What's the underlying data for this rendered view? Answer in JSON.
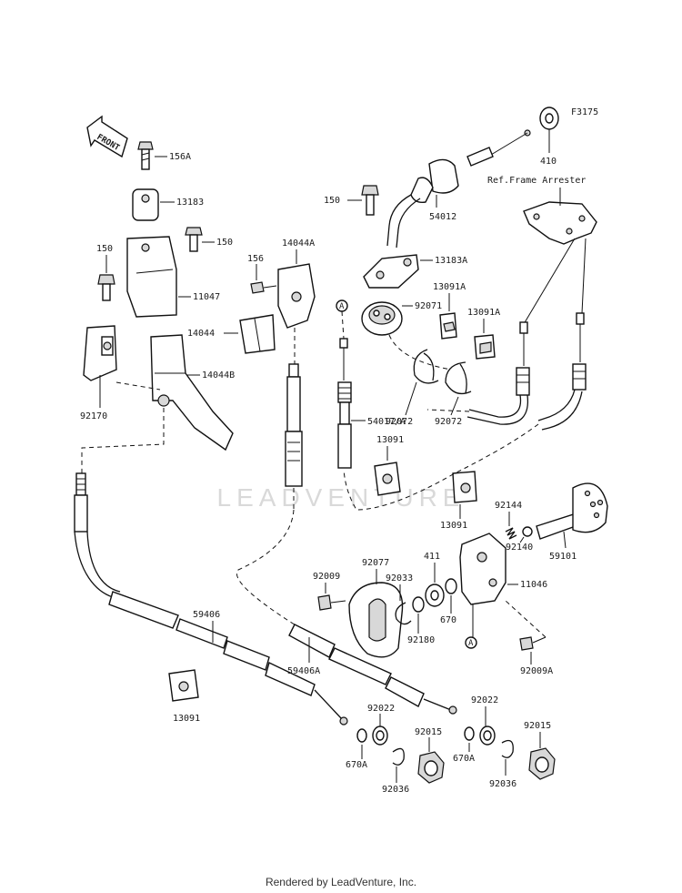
{
  "figure_code": "F3175",
  "front_label": "FRONT",
  "ref_label": "Ref.Frame Arrester",
  "circle_marker": "A",
  "watermark": "LEADVENTURE",
  "footer": "Rendered by LeadVenture, Inc.",
  "parts": {
    "p156A": "156A",
    "p13183": "13183",
    "p150_mid": "150",
    "p150_left": "150",
    "p11047": "11047",
    "p14044": "14044",
    "p14044A": "14044A",
    "p156": "156",
    "p14044B": "14044B",
    "p92170": "92170",
    "p150_right": "150",
    "p54012": "54012",
    "p13183A": "13183A",
    "p92071": "92071",
    "p13091A_1": "13091A",
    "p13091A_2": "13091A",
    "p92072_1": "92072",
    "p92072_2": "92072",
    "p54017A": "54017/A",
    "p13091_top": "13091",
    "p13091_mid": "13091",
    "p410": "410",
    "p92144": "92144",
    "p92140": "92140",
    "p59101": "59101",
    "p11046": "11046",
    "p411": "411",
    "p670": "670",
    "p92180": "92180",
    "p92033": "92033",
    "p92077": "92077",
    "p92009": "92009",
    "p92009A": "92009A",
    "p59406": "59406",
    "p59406A": "59406A",
    "p13091_bot": "13091",
    "p92022_l": "92022",
    "p92015_l": "92015",
    "p670A_l": "670A",
    "p92036_l": "92036",
    "p92022_r": "92022",
    "p92015_r": "92015",
    "p670A_r": "670A",
    "p92036_r": "92036"
  }
}
